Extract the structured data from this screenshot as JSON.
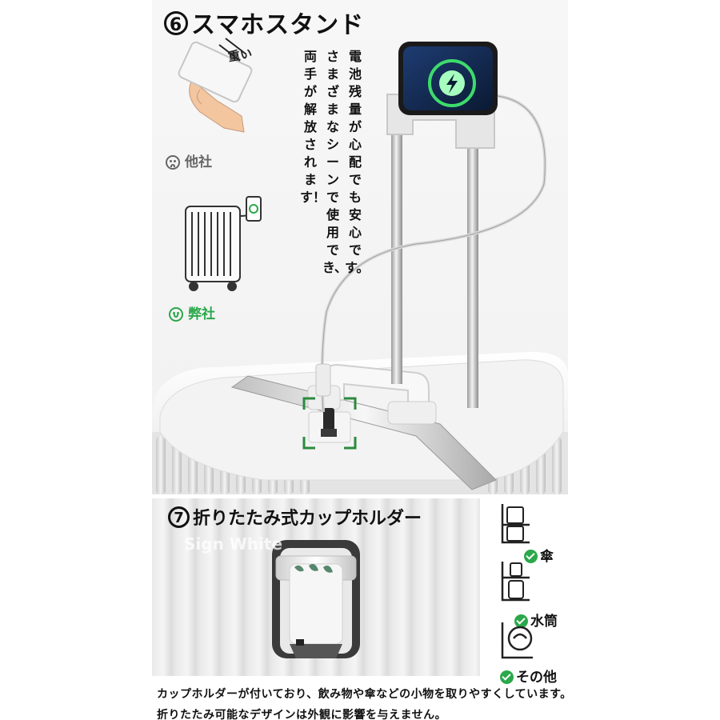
{
  "section6": {
    "number": "6",
    "title": "スマホスタンド",
    "description": [
      "電池残量が心配でも安心です。",
      "さまざまなシーンで使用でき、",
      "両手が解放されます！"
    ],
    "phone_hint": "重い",
    "other_label": "他社",
    "ours_label": "弊社"
  },
  "section7": {
    "number": "7",
    "title": "折りたたみ式カップホルダー",
    "watermark": "Sign White",
    "uses": [
      "傘",
      "水筒",
      "その他"
    ]
  },
  "caption": "カップホルダーが付いており、飲み物や傘などの小物を取りやすくしています。折りたたみ可能なデザインは外観に影響を与えません。",
  "colors": {
    "accent_green": "#2aa84a",
    "frame_green": "#2b8a3e",
    "sad_gray": "#666666"
  },
  "icons": [
    "sad-face-icon",
    "happy-face-icon",
    "check-icon",
    "umbrella-icon",
    "bottle-icon",
    "towel-icon",
    "wireless-charging-icon"
  ]
}
